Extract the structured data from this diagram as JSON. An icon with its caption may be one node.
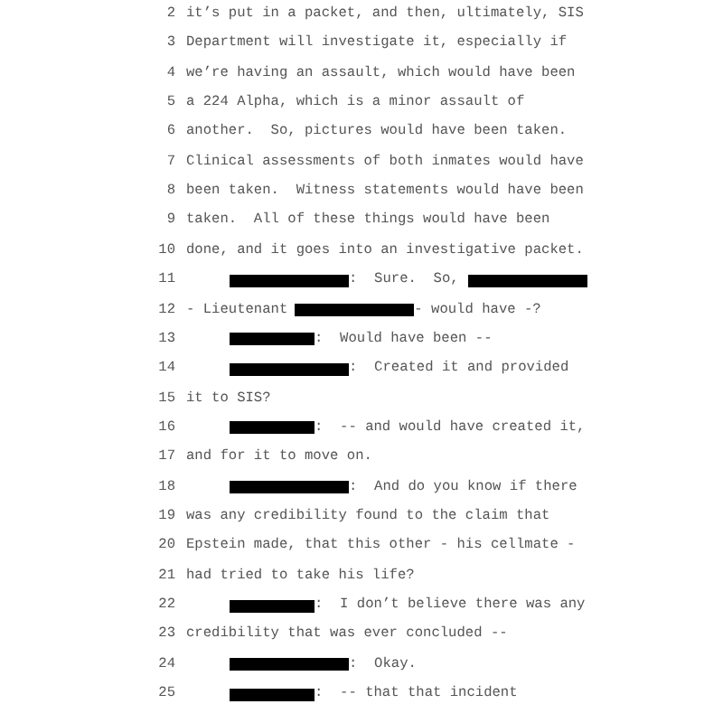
{
  "diagram": {
    "labels": [
      "2",
      "it’s put in a packet, and then, ultimately, SIS",
      "3",
      "Department will investigate it, especially if",
      "4",
      "we’re having an assault, which would have been",
      "5",
      "a 224 Alpha, which is a minor assault of",
      "6",
      "another.  So, pictures would have been taken.",
      "7",
      "Clinical assessments of both inmates would have",
      "8",
      "been taken.  Witness statements would have been",
      "9",
      "taken.  All of these things would have been",
      "10",
      "done, and it goes into an investigative packet.",
      "11",
      ":  Sure.  So,",
      "12",
      "- Lieutenant",
      "- would have -?",
      "13",
      ":  Would have been --",
      "14",
      ":  Created it and provided",
      "15",
      "it to SIS?",
      "16",
      ":  -- and would have created it,",
      "17",
      "and for it to move on.",
      "18",
      ":  And do you know if there",
      "19",
      "was any credibility found to the claim that",
      "20",
      "Epstein made, that this other - his cellmate -",
      "21",
      "had tried to take his life?",
      "22",
      ":  I don’t believe there was any",
      "23",
      "credibility that was ever concluded --",
      "24",
      ":  Okay.",
      "25",
      ":  -- that that incident"
    ]
  }
}
